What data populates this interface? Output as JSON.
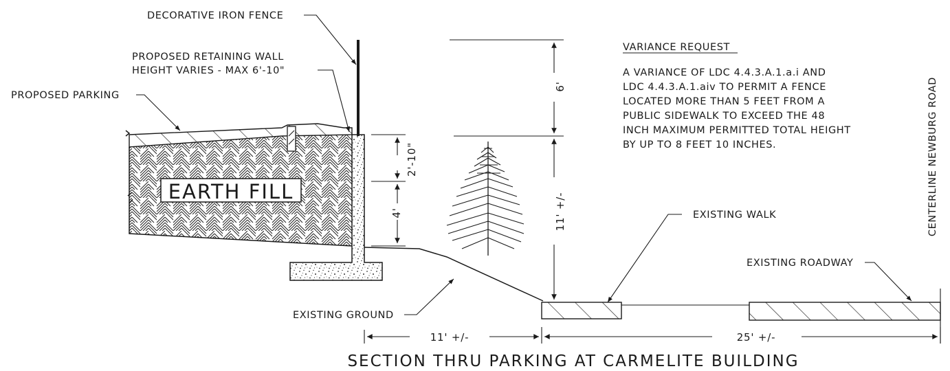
{
  "title": "SECTION THRU PARKING AT CARMELITE BUILDING",
  "labels": {
    "decorative_fence": "DECORATIVE IRON FENCE",
    "retaining_wall_line1": "PROPOSED RETAINING WALL",
    "retaining_wall_line2": "HEIGHT VARIES - MAX 6'-10\"",
    "proposed_parking": "PROPOSED PARKING",
    "earth_fill": "EARTH FILL",
    "existing_ground": "EXISTING GROUND",
    "existing_walk": "EXISTING WALK",
    "existing_roadway": "EXISTING ROADWAY",
    "centerline": "CENTERLINE NEWBURG ROAD"
  },
  "variance": {
    "heading": "VARIANCE REQUEST",
    "lines": [
      "A VARIANCE OF LDC 4.4.3.A.1.a.i AND",
      "LDC 4.4.3.A.1.aiv TO PERMIT A FENCE",
      "LOCATED MORE THAN 5 FEET FROM A",
      "PUBLIC SIDEWALK TO EXCEED THE 48",
      "INCH MAXIMUM PERMITTED TOTAL HEIGHT",
      "BY UP TO 8 FEET 10 INCHES."
    ]
  },
  "dimensions": {
    "wall_upper": "2'-10\"",
    "wall_lower": "4'",
    "fence_height": "6'",
    "overall_height": "11' +/-",
    "horizontal_left": "11' +/-",
    "horizontal_right": "25' +/-"
  }
}
